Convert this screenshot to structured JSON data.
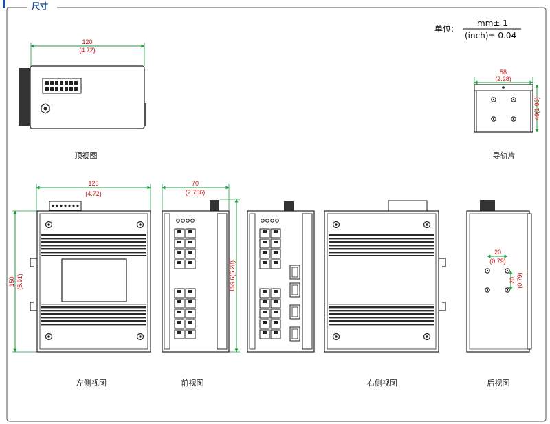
{
  "section_title": "尺寸",
  "unit": {
    "label": "单位:",
    "numerator": "mm± 1",
    "denominator": "(inch)± 0.04"
  },
  "views": {
    "top": {
      "caption": "顶视图",
      "width": "120",
      "width_in": "(4.72)"
    },
    "rail": {
      "caption": "导轨片",
      "width": "58",
      "width_in": "(2.28)",
      "height": "49(1.93)"
    },
    "left": {
      "caption": "左侧视图",
      "width": "120",
      "width_in": "(4.72)",
      "height": "150",
      "height_in": "(5.91)"
    },
    "front": {
      "caption": "前视图",
      "width": "70",
      "width_in": "(2.756)",
      "height": "159.6(6.28)"
    },
    "front2": {
      "caption": ""
    },
    "right": {
      "caption": "右侧视图"
    },
    "rear": {
      "caption": "后视图",
      "hole_h": "20",
      "hole_h_in": "(0.79)",
      "hole_v": "20",
      "hole_v_in": "(0.79)"
    }
  },
  "colors": {
    "dimension": "#cc1111",
    "dim_line": "#1e9e3c",
    "title": "#1c4f9c",
    "outline": "#222222"
  }
}
